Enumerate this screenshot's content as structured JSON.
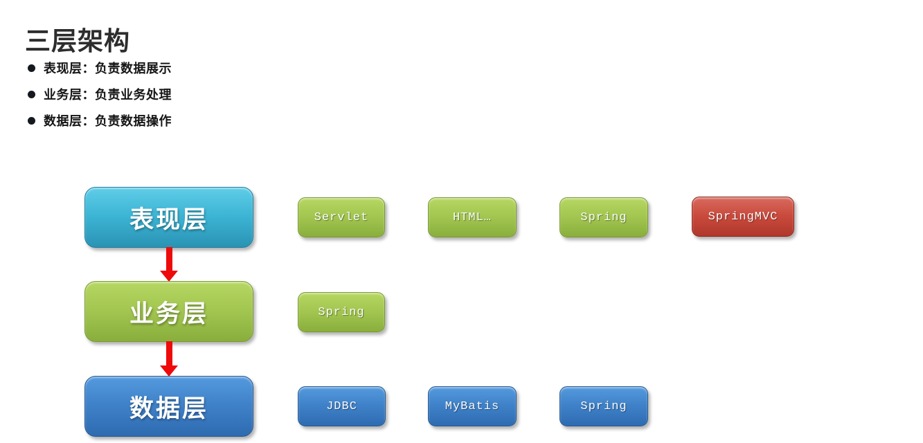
{
  "title": "三层架构",
  "bullets": [
    {
      "label": "表现层：负责数据展示"
    },
    {
      "label": "业务层：负责业务处理"
    },
    {
      "label": "数据层：负责数据操作"
    }
  ],
  "diagram": {
    "rows": [
      {
        "layer": {
          "label": "表现层",
          "color": "cyan"
        },
        "items": [
          {
            "label": "Servlet",
            "color": "green"
          },
          {
            "label": "HTML…",
            "color": "green"
          },
          {
            "label": "Spring",
            "color": "green"
          },
          {
            "label": "SpringMVC",
            "color": "red"
          }
        ]
      },
      {
        "layer": {
          "label": "业务层",
          "color": "green"
        },
        "items": [
          {
            "label": "Spring",
            "color": "green"
          }
        ]
      },
      {
        "layer": {
          "label": "数据层",
          "color": "blue"
        },
        "items": [
          {
            "label": "JDBC",
            "color": "blue"
          },
          {
            "label": "MyBatis",
            "color": "blue"
          },
          {
            "label": "Spring",
            "color": "blue"
          }
        ]
      }
    ],
    "arrows": [
      {
        "from": "表现层",
        "to": "业务层"
      },
      {
        "from": "业务层",
        "to": "数据层"
      }
    ]
  },
  "colors": {
    "cyan_top": "#5fcde8",
    "cyan_bottom": "#2b93b4",
    "green_top": "#b6d763",
    "green_bottom": "#8aae3c",
    "blue_top": "#549ade",
    "blue_bottom": "#2e6bb1",
    "red_top": "#d96a5e",
    "red_bottom": "#b0382c",
    "arrow_red": "#ee0a0a",
    "title_text": "#2d2d2d",
    "bullet_text": "#151515",
    "box_text": "#ffffff"
  }
}
